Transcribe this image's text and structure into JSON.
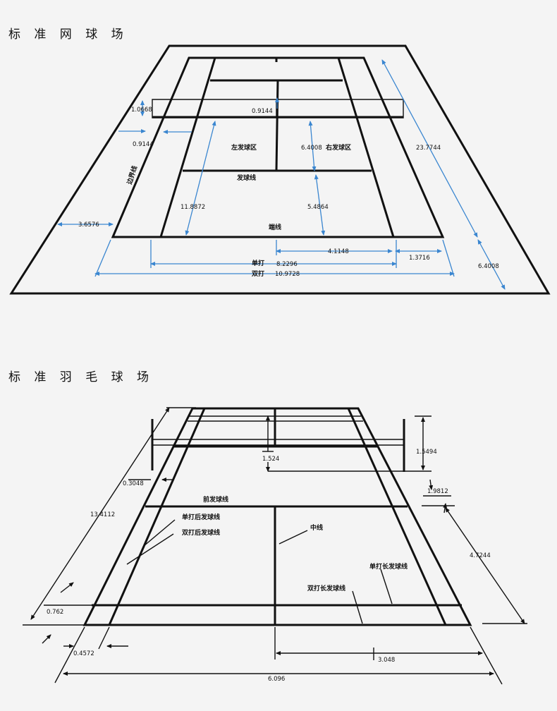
{
  "tennis": {
    "title": "标 准 网 球 场",
    "labels": {
      "net_height": "1.0668",
      "net_center": "0.9144",
      "net_post": "0.9144",
      "left_service": "左发球区",
      "right_service": "右发球区",
      "service_dim": "6.4008",
      "length": "23.7744",
      "sideline": "边界线",
      "service_line": "发球线",
      "baseline_to_service": "11.8872",
      "service_to_baseline": "5.4864",
      "side_margin": "3.6576",
      "baseline": "端线",
      "half_singles": "4.1148",
      "alley": "1.3716",
      "singles_label": "单打",
      "singles_width": "8.2296",
      "doubles_label": "双打",
      "doubles_width": "10.9728",
      "back_margin": "6.4008"
    }
  },
  "badminton": {
    "title": "标 准 羽 毛 球 场",
    "labels": {
      "net_depth": "1.524",
      "net_height": "1.5494",
      "post_offset": "0.3048",
      "front_to_net": "1.9812",
      "front_service": "前发球线",
      "half_length": "13.4112",
      "singles_back": "单打后发球线",
      "doubles_back": "双打后发球线",
      "center_line": "中线",
      "long_dim": "4.7244",
      "singles_long": "单打长发球线",
      "doubles_long": "双打长发球线",
      "back_gap": "0.762",
      "side_gap": "0.4572",
      "half_width": "3.048",
      "full_width": "6.096"
    }
  }
}
